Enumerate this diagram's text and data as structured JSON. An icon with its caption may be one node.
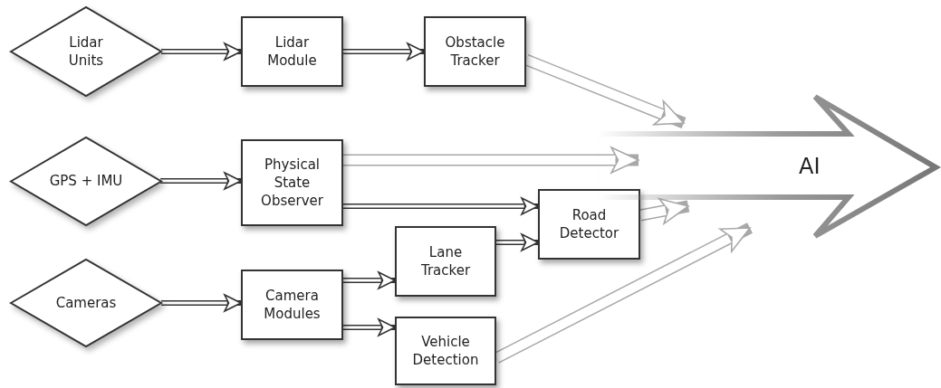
{
  "diagram": {
    "nodes": [
      {
        "text": [
          "Lidar Units"
        ]
      },
      {
        "text": [
          "Lidar Module"
        ]
      },
      {
        "text": [
          "Obstacle Tracker"
        ]
      },
      {
        "text": [
          "GPS + IMU"
        ]
      },
      {
        "text": [
          "Physical State Observer"
        ]
      },
      {
        "text": [
          "Road Detector"
        ]
      },
      {
        "text": [
          "Lane Tracker"
        ]
      },
      {
        "text": [
          "Cameras"
        ]
      },
      {
        "text": [
          "Camera Modules"
        ]
      },
      {
        "text": [
          "Vehicle Detection"
        ]
      },
      {
        "text": [
          "AI"
        ]
      }
    ],
    "edges": [
      {
        "from": 0,
        "to": 1,
        "arrow": "to"
      },
      {
        "from": 1,
        "to": 2,
        "arrow": "to"
      },
      {
        "from": 2,
        "to": 10,
        "arrow": "to",
        "style": "thick",
        "color": "#a8a8a8"
      },
      {
        "from": 3,
        "to": 4,
        "arrow": "to"
      },
      {
        "from": 4,
        "to": 10,
        "arrow": "to",
        "style": "thick",
        "color": "#a8a8a8"
      },
      {
        "from": 4,
        "to": 5,
        "arrow": "to"
      },
      {
        "from": 6,
        "to": 5,
        "arrow": "to"
      },
      {
        "from": 5,
        "to": 10,
        "arrow": "to",
        "style": "thick",
        "color": "#a8a8a8"
      },
      {
        "from": 7,
        "to": 8,
        "arrow": "to"
      },
      {
        "from": 8,
        "to": 6,
        "arrow": "to"
      },
      {
        "from": 8,
        "to": 9,
        "arrow": "to"
      },
      {
        "from": 9,
        "to": 10,
        "arrow": "to",
        "style": "thick",
        "color": "#a8a8a8"
      }
    ]
  }
}
